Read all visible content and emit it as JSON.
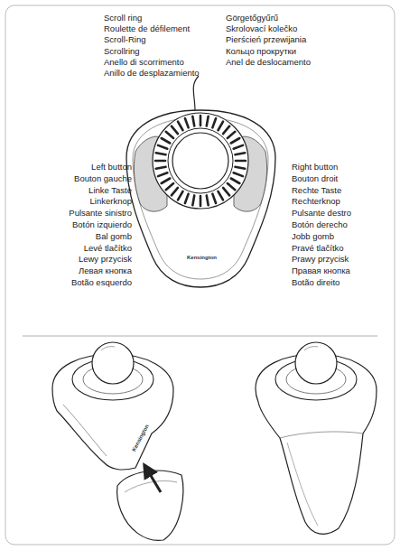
{
  "diagram": {
    "labels": [
      "Scroll ring",
      "Roulette de défilement",
      "Scroll-Ring",
      "Scrollring",
      "Anello di scorrimento",
      "Anillo de desplazamiento",
      "Görgetőgyűrű",
      "Skrolovací kolečko",
      "Pierścień przewijania",
      "Кольцо прокрутки",
      "Anel de deslocamento",
      "Left button",
      "Bouton gauche",
      "Linke Taste",
      "Linkerknop",
      "Pulsante sinistro",
      "Botón izquierdo",
      "Bal gomb",
      "Levé tlačítko",
      "Lewy przycisk",
      "Левая кнопка",
      "Botão esquerdo",
      "Right button",
      "Bouton droit",
      "Rechte Taste",
      "Rechterknop",
      "Pulsante destro",
      "Botón derecho",
      "Jobb gomb",
      "Pravé tlačítko",
      "Prawy przycisk",
      "Правая кнопка",
      "Botão direito",
      "Kensington",
      "Kensington"
    ]
  }
}
